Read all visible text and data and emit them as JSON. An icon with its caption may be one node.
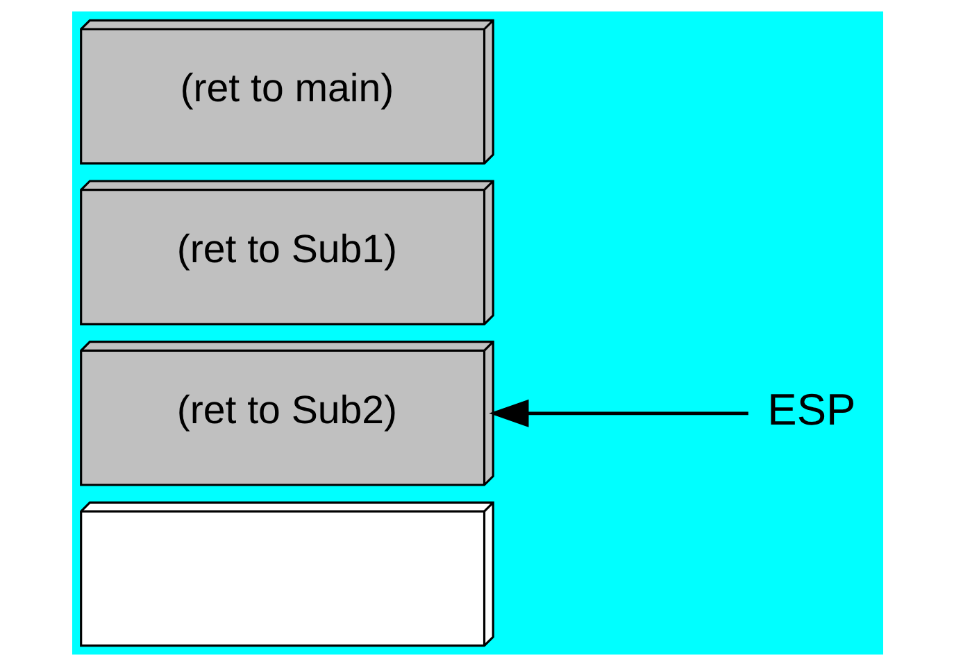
{
  "diagram": {
    "nodes": [
      {
        "text": [
          "(ret to main)"
        ]
      },
      {
        "text": [
          "(ret to Sub1)"
        ]
      },
      {
        "text": [
          "(ret to Sub2)"
        ]
      },
      {
        "text": [],
        "shape": "box"
      },
      {
        "text": [
          "ESP"
        ]
      }
    ],
    "edges": [
      {
        "from": 4,
        "to": 2,
        "arrow": "to"
      }
    ]
  }
}
